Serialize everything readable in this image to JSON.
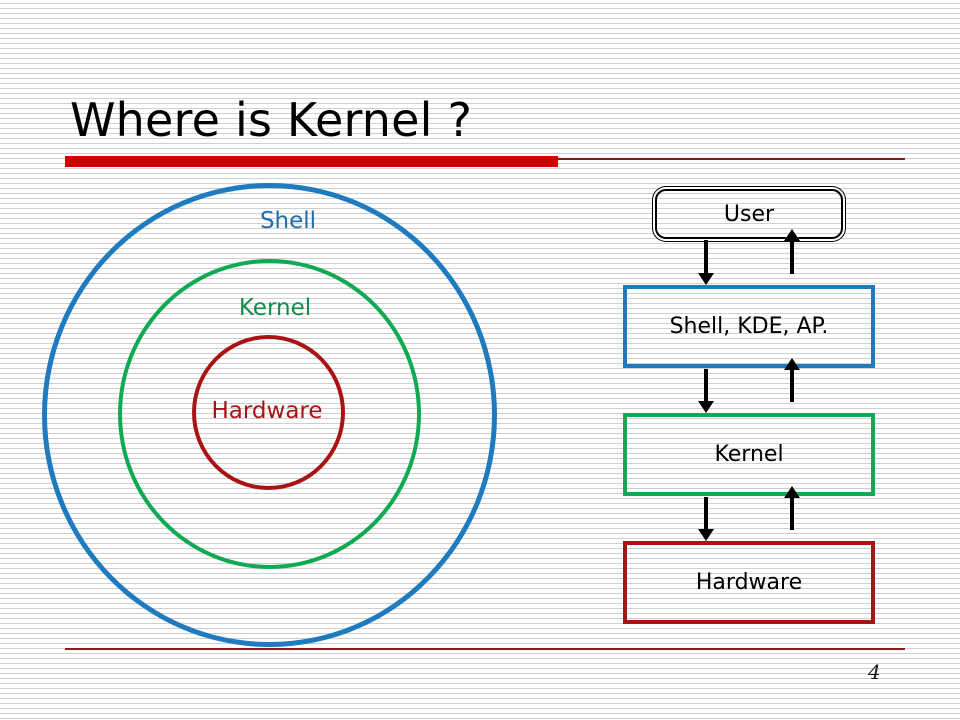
{
  "slide": {
    "title": "Where is Kernel ?",
    "page_number": "4",
    "accent_red": "#cc0000",
    "rule_red": "#8b1b1b"
  },
  "circle_diagram": {
    "name": "concentric-layers",
    "rings": [
      {
        "label": "Shell",
        "color": "#1f6ea8",
        "stroke": "#1f7bbf"
      },
      {
        "label": "Kernel",
        "color": "#0f8f4a",
        "stroke": "#0faa52"
      },
      {
        "label": "Hardware",
        "color": "#a81414",
        "stroke": "#a81414"
      }
    ]
  },
  "stack_diagram": {
    "name": "layered-stack",
    "boxes": [
      {
        "label": "User",
        "border": "#000000"
      },
      {
        "label": "Shell, KDE, AP.",
        "border": "#1f7bbf"
      },
      {
        "label": "Kernel",
        "border": "#0faa52"
      },
      {
        "label": "Hardware",
        "border": "#a81414"
      }
    ],
    "arrows": [
      {
        "direction": "down",
        "from": "User",
        "to": "Shell, KDE, AP."
      },
      {
        "direction": "up",
        "from": "Shell, KDE, AP.",
        "to": "User"
      },
      {
        "direction": "down",
        "from": "Shell, KDE, AP.",
        "to": "Kernel"
      },
      {
        "direction": "up",
        "from": "Kernel",
        "to": "Shell, KDE, AP."
      },
      {
        "direction": "down",
        "from": "Kernel",
        "to": "Hardware"
      },
      {
        "direction": "up",
        "from": "Hardware",
        "to": "Kernel"
      }
    ]
  }
}
